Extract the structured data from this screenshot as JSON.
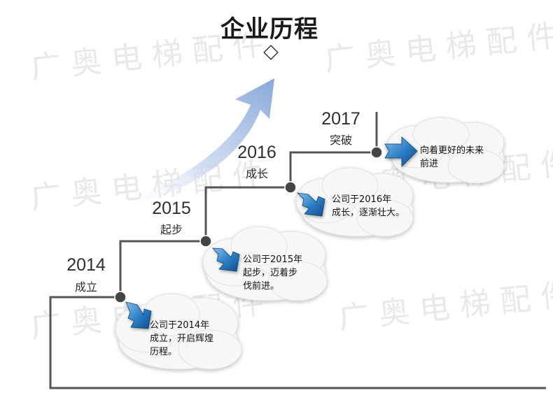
{
  "title": "企业历程",
  "watermark": "广奥电梯配件",
  "milestones": [
    {
      "year": "2014",
      "label": "成立",
      "desc": "公司于2014年\n成立，开启辉煌\n历程。"
    },
    {
      "year": "2015",
      "label": "起步",
      "desc": "公司于2015年\n起步，迈着步\n伐前进。"
    },
    {
      "year": "2016",
      "label": "成长",
      "desc": "公司于2016年\n成长，逐渐壮大。"
    },
    {
      "year": "2017",
      "label": "突破",
      "desc": "向着更好的未来\n前进"
    }
  ],
  "colors": {
    "line": "#555555",
    "node": "#444444",
    "arrow_blue": "#2c7fc6",
    "growth_arrow": "#9cb7df",
    "cloud": "#f6f6f6"
  }
}
